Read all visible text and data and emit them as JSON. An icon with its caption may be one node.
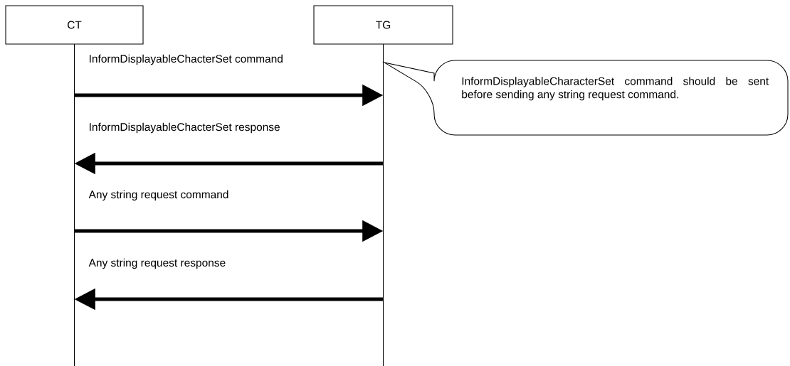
{
  "diagram": {
    "nodes": [
      {
        "text": [
          "CT"
        ]
      },
      {
        "text": [
          "TG"
        ]
      },
      {
        "text": [
          "InformDisplayableCharacterSet command should be sent before sending any string request command."
        ]
      }
    ],
    "edges": [
      {
        "from": 0,
        "to": 1,
        "arrow": "to",
        "label": "InformDisplayableChacterSet command"
      },
      {
        "from": 1,
        "to": 0,
        "arrow": "to",
        "label": "InformDisplayableChacterSet response"
      },
      {
        "from": 0,
        "to": 1,
        "arrow": "to",
        "label": "Any string request command"
      },
      {
        "from": 1,
        "to": 0,
        "arrow": "to",
        "label": "Any string request response"
      }
    ]
  }
}
